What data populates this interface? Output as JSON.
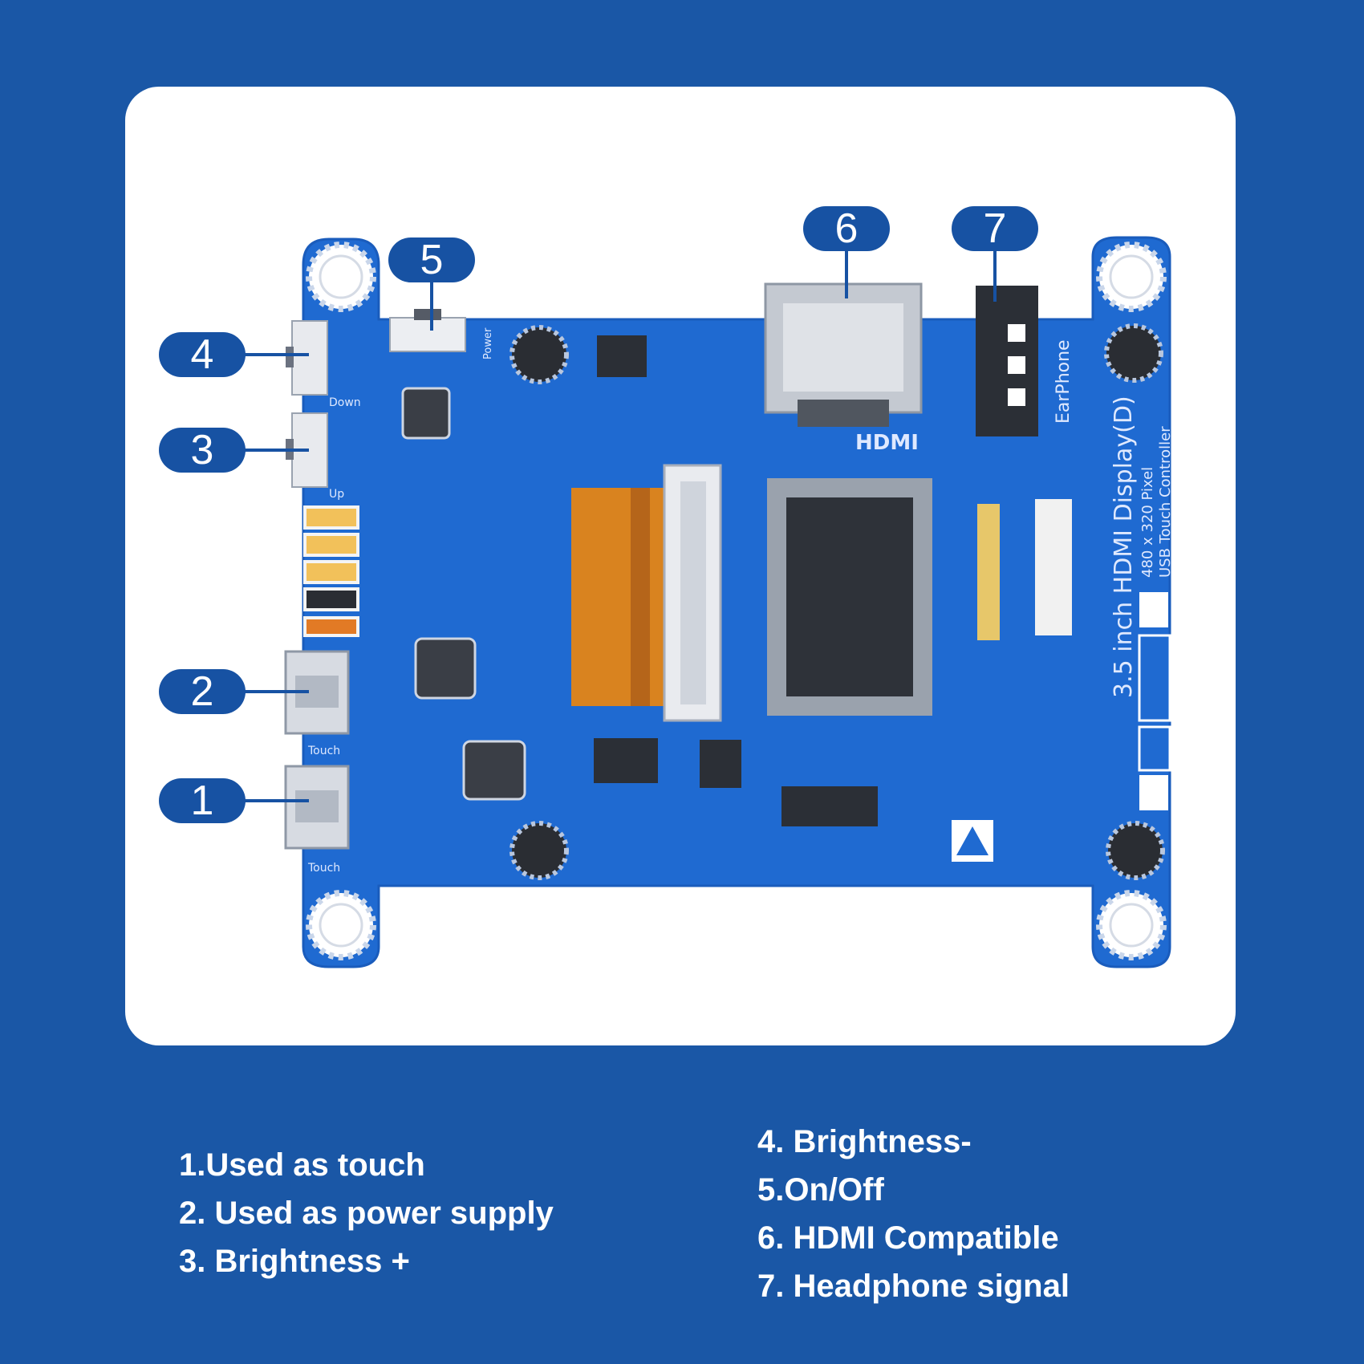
{
  "colors": {
    "background": "#1a57a6",
    "panel": "#ffffff",
    "pcb": "#1f6ad1",
    "callout": "#1752a3",
    "chip": "#2b2f36",
    "flex_cable": "#d9831f"
  },
  "board": {
    "model_line1": "3.5 inch HDMI Display(D)",
    "model_line2": "480 x 320 Pixel",
    "model_line3": "USB Touch Controller",
    "hdmi_silk": "HDMI",
    "earphone_silk": "EarPhone",
    "touch_label_1": "Touch",
    "touch_label_2": "Touch",
    "down_label": "Down",
    "up_label": "Up",
    "power_label": "Power"
  },
  "callouts": [
    {
      "number": "1",
      "target": "micro-usb-touch"
    },
    {
      "number": "2",
      "target": "micro-usb-power"
    },
    {
      "number": "3",
      "target": "brightness-up-button"
    },
    {
      "number": "4",
      "target": "brightness-down-button"
    },
    {
      "number": "5",
      "target": "power-switch"
    },
    {
      "number": "6",
      "target": "hdmi-port"
    },
    {
      "number": "7",
      "target": "headphone-jack"
    }
  ],
  "legend": {
    "left": [
      "1.Used as touch",
      "2. Used as power supply",
      "3. Brightness +"
    ],
    "right": [
      "4. Brightness-",
      "5.On/Off",
      "6. HDMI Compatible",
      "7. Headphone signal"
    ]
  }
}
